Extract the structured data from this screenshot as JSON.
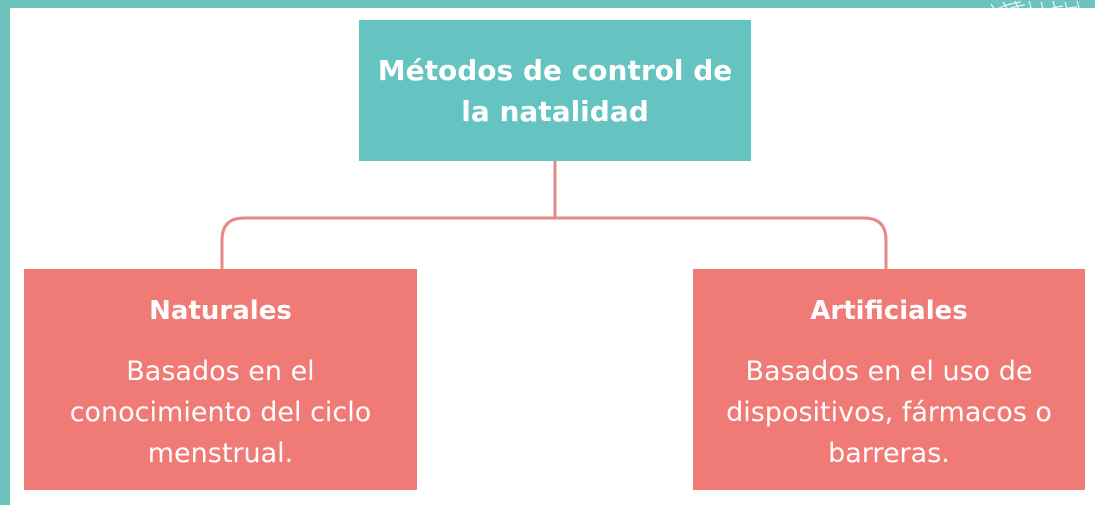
{
  "diagram": {
    "root": {
      "title": "Métodos de control de la natalidad"
    },
    "children": [
      {
        "heading": "Naturales",
        "description": "Basados en el conocimiento del ciclo menstrual."
      },
      {
        "heading": "Artificiales",
        "description": "Basados en el uso de dispositivos, fármacos o barreras."
      }
    ]
  },
  "colors": {
    "frame": "#6cc4bd",
    "root_box": "#65c3c1",
    "child_box": "#f07b76",
    "connector": "#e58a86",
    "text": "#ffffff"
  }
}
